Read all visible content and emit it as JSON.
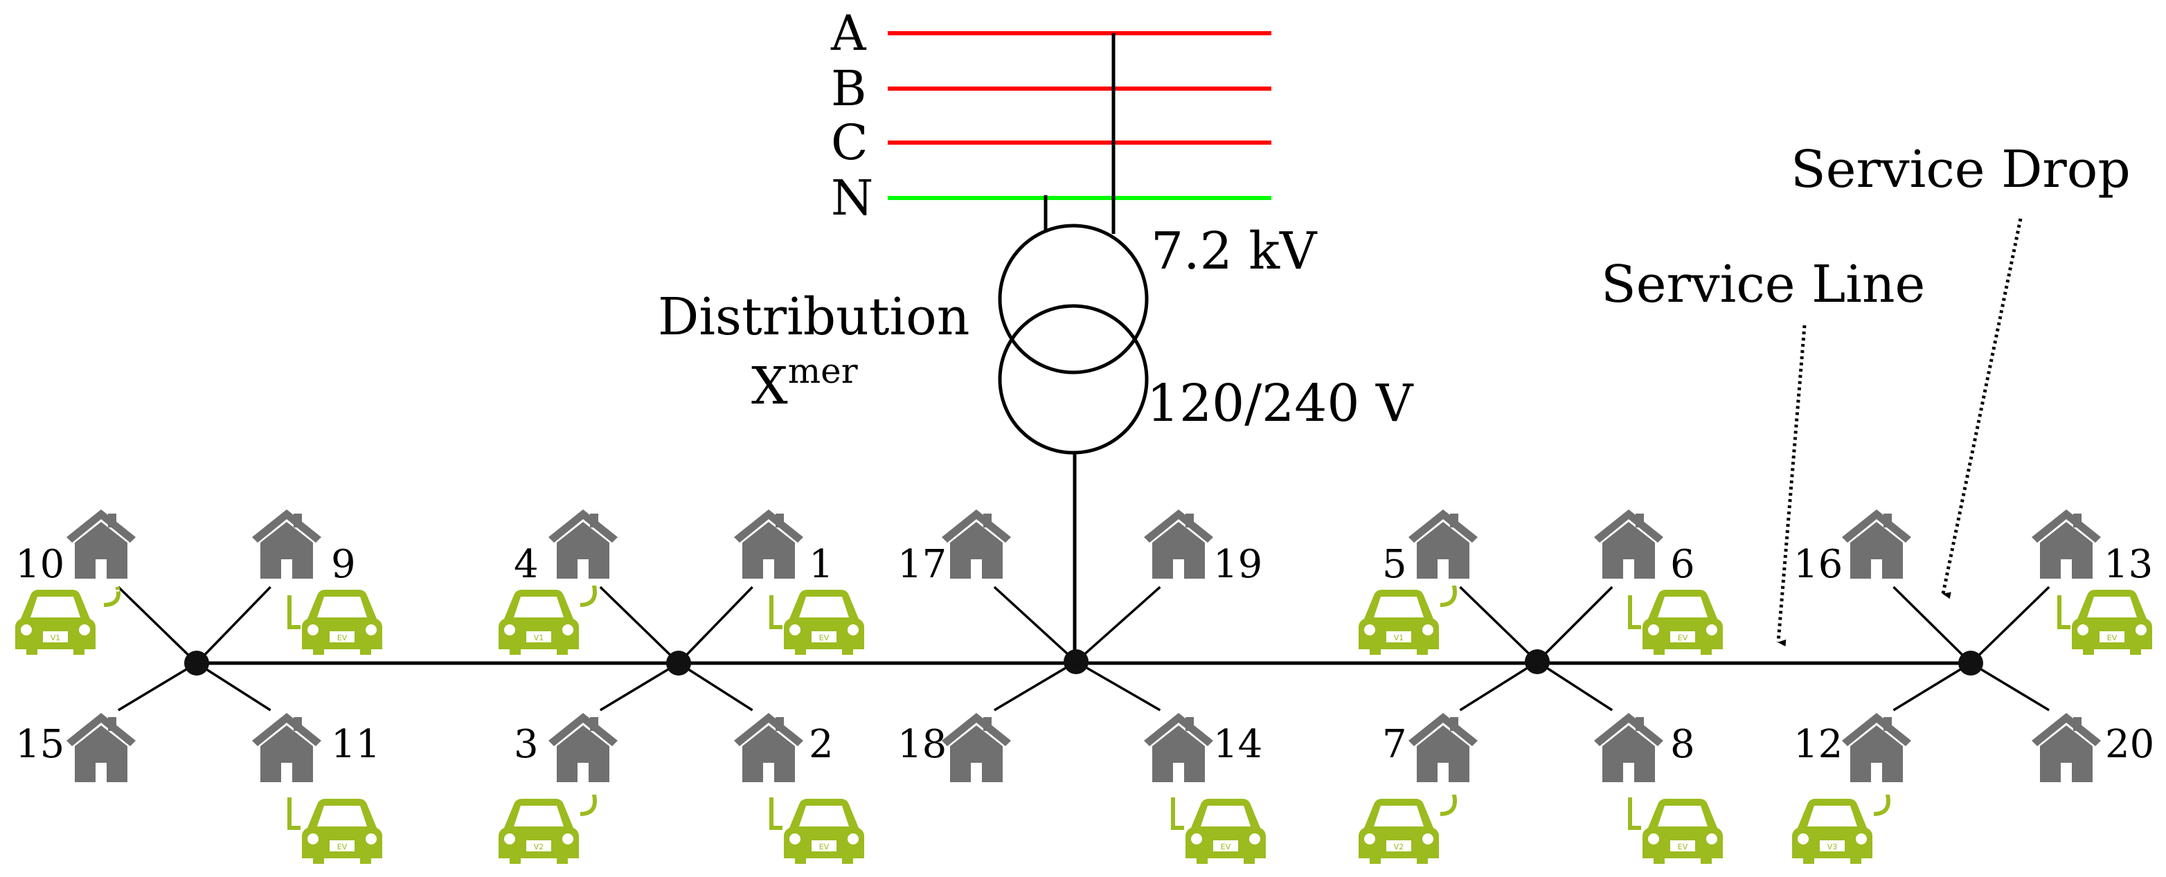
{
  "phases": [
    {
      "label": "A",
      "color": "#ff0000"
    },
    {
      "label": "B",
      "color": "#ff0000"
    },
    {
      "label": "C",
      "color": "#ff0000"
    },
    {
      "label": "N",
      "color": "#00ff00"
    }
  ],
  "transformer": {
    "label_line1": "Distribution",
    "label_line2_base": "X",
    "label_line2_sup": "mer",
    "primary_voltage": "7.2 kV",
    "secondary_voltage": "120/240 V"
  },
  "annotations": {
    "service_line": "Service Line",
    "service_drop": "Service Drop"
  },
  "colors": {
    "house": "#707070",
    "ev": "#9bbb1f",
    "line": "#000000"
  },
  "icons": {
    "house": "house-icon",
    "ev": "electric-car-icon"
  },
  "homes": [
    {
      "id": "10",
      "ev": true,
      "plate": "V1"
    },
    {
      "id": "9",
      "ev": true,
      "plate": "EV"
    },
    {
      "id": "15",
      "ev": false
    },
    {
      "id": "11",
      "ev": true,
      "plate": "EV"
    },
    {
      "id": "4",
      "ev": true,
      "plate": "V1"
    },
    {
      "id": "1",
      "ev": true,
      "plate": "EV"
    },
    {
      "id": "3",
      "ev": true,
      "plate": "V2"
    },
    {
      "id": "2",
      "ev": true,
      "plate": "EV"
    },
    {
      "id": "17",
      "ev": false
    },
    {
      "id": "19",
      "ev": false
    },
    {
      "id": "18",
      "ev": false
    },
    {
      "id": "14",
      "ev": true,
      "plate": "EV"
    },
    {
      "id": "5",
      "ev": true,
      "plate": "V1"
    },
    {
      "id": "6",
      "ev": true,
      "plate": "EV"
    },
    {
      "id": "7",
      "ev": true,
      "plate": "V2"
    },
    {
      "id": "8",
      "ev": true,
      "plate": "EV"
    },
    {
      "id": "16",
      "ev": false
    },
    {
      "id": "13",
      "ev": true,
      "plate": "EV"
    },
    {
      "id": "12",
      "ev": true,
      "plate": "V3"
    },
    {
      "id": "20",
      "ev": false
    }
  ]
}
